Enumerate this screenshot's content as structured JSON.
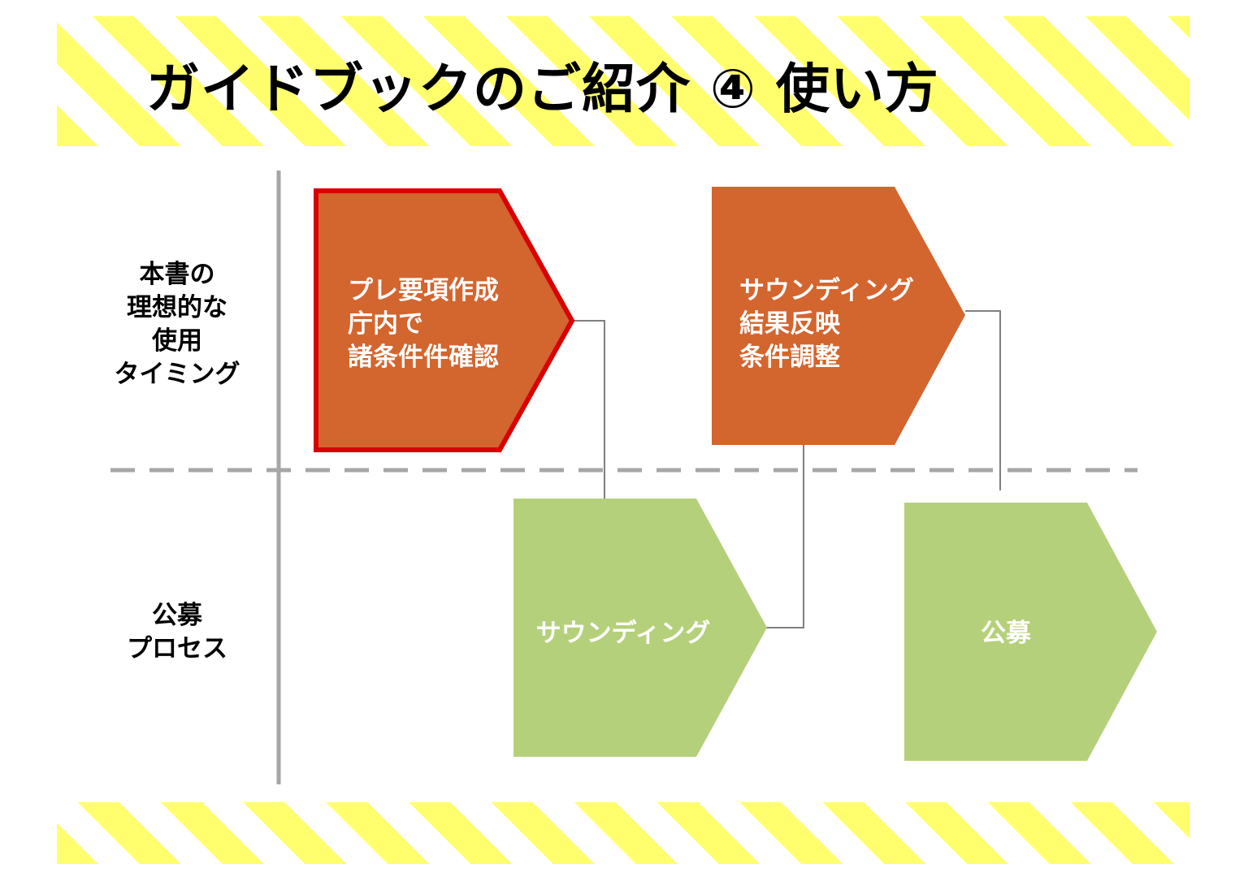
{
  "title": "ガイドブックのご紹介 ④ 使い方",
  "rows": {
    "timing": "本書の\n理想的な\n使用\nタイミング",
    "process": "公募\nプロセス"
  },
  "steps": {
    "pre_requirements": "プレ要項作成\n庁内で\n諸条件件確認",
    "sounding_result": "サウンディング\n結果反映\n条件調整",
    "sounding": "サウンディング",
    "public_offering": "公募"
  },
  "colors": {
    "stripe_yellow": "#ffff6e",
    "orange_box": "#d3652e",
    "highlight_border": "#d90000",
    "green_box": "#b5d07a",
    "axis_gray": "#a6a6a6",
    "connector_gray": "#808080"
  }
}
